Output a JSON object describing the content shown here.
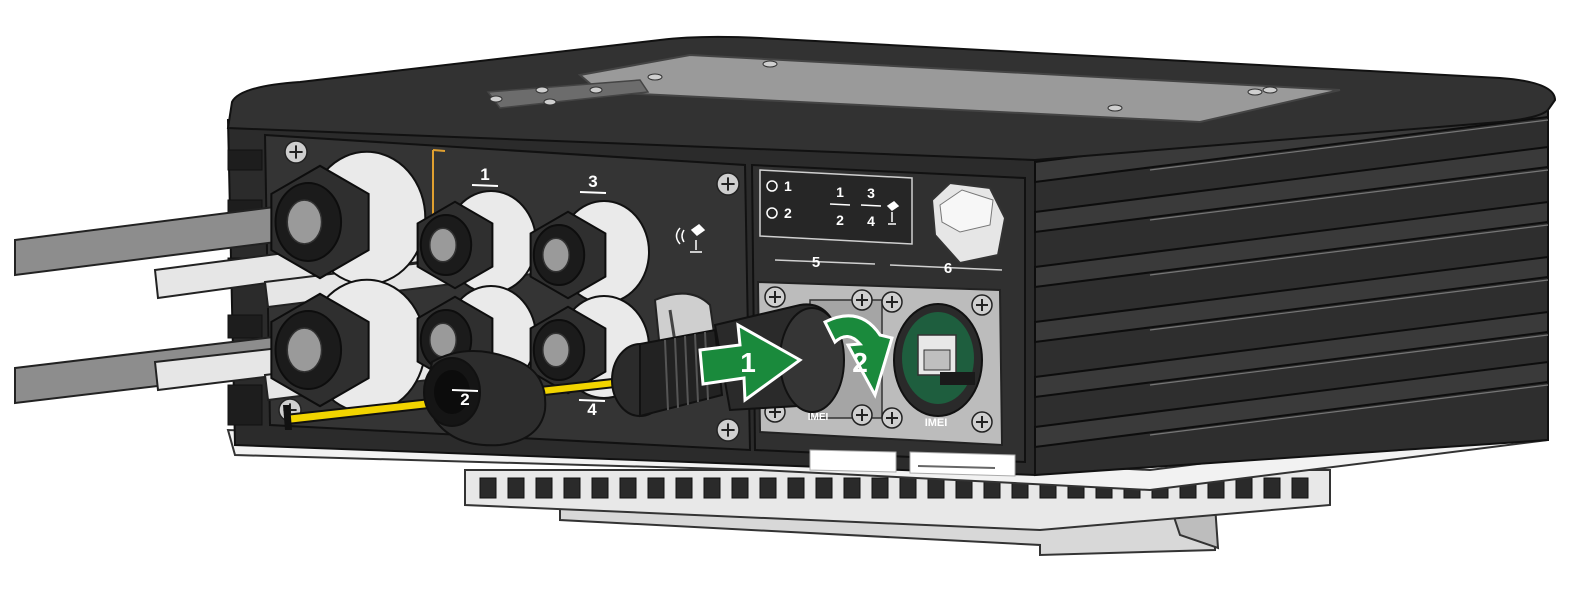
{
  "diagram": {
    "port_labels": {
      "p1": "1",
      "p2": "2",
      "p3": "3",
      "p4": "4",
      "p5": "5",
      "p6": "6"
    },
    "legend_panel": {
      "row1_left": "1",
      "row2_left": "2",
      "frac1_top": "1",
      "frac1_bottom": "2",
      "frac2_top": "3",
      "frac2_bottom": "4"
    },
    "sim_slot_label": "IMEI",
    "ethernet_slot_label": "IMEI",
    "steps": [
      {
        "number": "1",
        "action": "push-arrow",
        "color": "#1a8a3c"
      },
      {
        "number": "2",
        "action": "rotate-arrow",
        "color": "#1a8a3c"
      }
    ],
    "colors": {
      "housing": "#2b2b2b",
      "housing_dark": "#1e1e1e",
      "lid_panel": "#9a9a9a",
      "cable_gray": "#8d8d8d",
      "cable_white": "#e6e6e6",
      "ground_wire": "#f2d400",
      "arrow_green": "#1a8a3c",
      "bracket_accent": "#e0a030"
    }
  }
}
